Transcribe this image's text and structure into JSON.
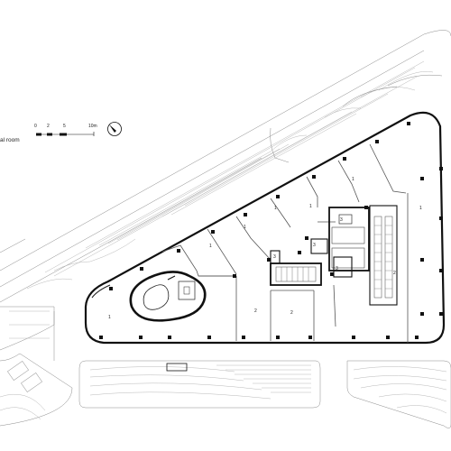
{
  "legend": {
    "partial_label": "al room"
  },
  "scale_bar": {
    "ticks": [
      "0",
      "2",
      "5",
      "10m"
    ]
  },
  "rooms": {
    "room_1": "1",
    "room_2": "2",
    "room_3": "3"
  }
}
